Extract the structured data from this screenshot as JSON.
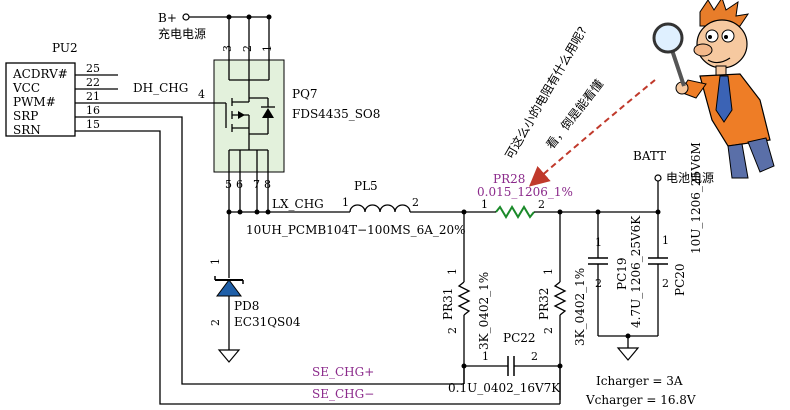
{
  "ic": {
    "ref": "PU2",
    "pins": [
      {
        "name": "ACDRV#",
        "num": "25"
      },
      {
        "name": "VCC",
        "num": "22"
      },
      {
        "name": "PWM#",
        "num": "21"
      },
      {
        "name": "SRP",
        "num": "16"
      },
      {
        "name": "SRN",
        "num": "15"
      }
    ]
  },
  "nets": {
    "b_plus": "B+",
    "b_plus_cn": "充电电源",
    "dh_chg": "DH_CHG",
    "lx_chg": "LX_CHG",
    "batt": "BATT",
    "batt_cn": "电池电源",
    "se_chg_plus": "SE_CHG+",
    "se_chg_minus": "SE_CHG−"
  },
  "components": {
    "pq7": {
      "ref": "PQ7",
      "part": "FDS4435_SO8",
      "gate_pin": "4",
      "top_pins": [
        "3",
        "2",
        "1"
      ],
      "bottom_pins": [
        "5",
        "6",
        "7",
        "8"
      ]
    },
    "pl5": {
      "ref": "PL5",
      "part": "10UH_PCMB104T−100MS_6A_20%",
      "pin1": "1",
      "pin2": "2"
    },
    "pd8": {
      "ref": "PD8",
      "part": "EC31QS04",
      "pin1": "1",
      "pin2": "2"
    },
    "pr28": {
      "ref": "PR28",
      "part": "0.015_1206_1%",
      "pin1": "1",
      "pin2": "2"
    },
    "pr31": {
      "ref": "PR31",
      "part": "3K_0402_1%",
      "pin1": "1",
      "pin2": "2"
    },
    "pr32": {
      "ref": "PR32",
      "part": "3K_0402_1%",
      "pin1": "1",
      "pin2": "2"
    },
    "pc22": {
      "ref": "PC22",
      "part": "0.1U_0402_16V7K",
      "pin1": "1",
      "pin2": "2"
    },
    "pc19": {
      "ref": "PC19",
      "part": "4.7U_1206_25V6K",
      "pin1": "1",
      "pin2": "2"
    },
    "pc20": {
      "ref": "PC20",
      "part": "10U_1206_25V6M",
      "pin1": "1",
      "pin2": "2"
    }
  },
  "cartoon": {
    "question": "可这么小的电阻有什么用呢?",
    "answer": "看，倒是能看懂"
  },
  "notes": {
    "icharger": "Icharger = 3A",
    "vcharger": "Vcharger = 16.8V"
  }
}
